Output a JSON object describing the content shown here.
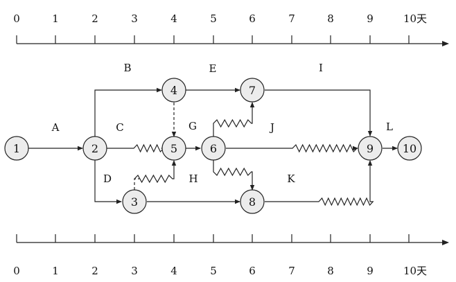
{
  "axis": {
    "ticks": [
      "0",
      "1",
      "2",
      "3",
      "4",
      "5",
      "6",
      "7",
      "8",
      "9",
      "10天"
    ]
  },
  "nodes": [
    {
      "id": "1",
      "label": "1"
    },
    {
      "id": "2",
      "label": "2"
    },
    {
      "id": "3",
      "label": "3"
    },
    {
      "id": "4",
      "label": "4"
    },
    {
      "id": "5",
      "label": "5"
    },
    {
      "id": "6",
      "label": "6"
    },
    {
      "id": "7",
      "label": "7"
    },
    {
      "id": "8",
      "label": "8"
    },
    {
      "id": "9",
      "label": "9"
    },
    {
      "id": "10",
      "label": "10"
    }
  ],
  "activities": {
    "A": "A",
    "B": "B",
    "C": "C",
    "D": "D",
    "E": "E",
    "G": "G",
    "H": "H",
    "I": "I",
    "J": "J",
    "K": "K",
    "L": "L"
  }
}
